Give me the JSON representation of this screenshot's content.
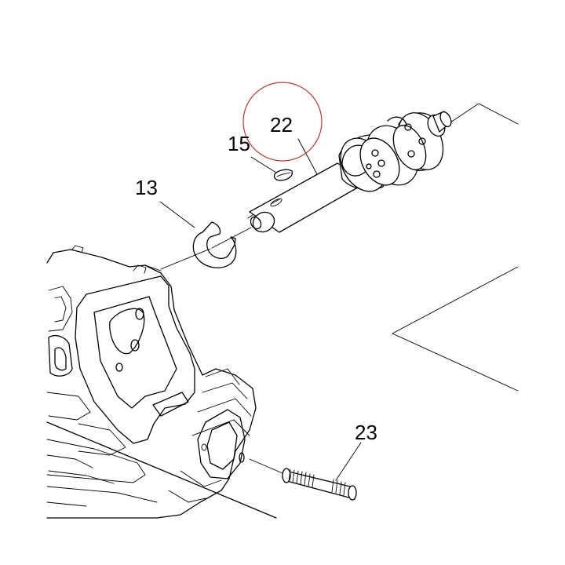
{
  "callouts": [
    {
      "id": "p13",
      "label": "13"
    },
    {
      "id": "p15",
      "label": "15"
    },
    {
      "id": "p22",
      "label": "22"
    },
    {
      "id": "p23",
      "label": "23"
    }
  ],
  "highlight": {
    "part": "22",
    "color": "#c0392b"
  },
  "colors": {
    "line": "#000000",
    "background": "#ffffff"
  }
}
